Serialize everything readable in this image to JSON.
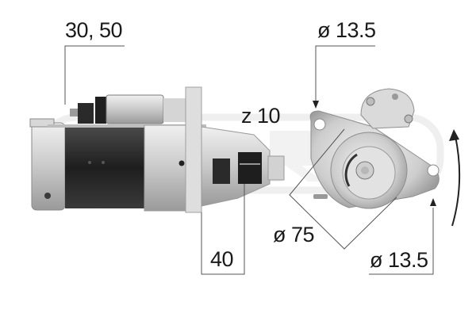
{
  "product": {
    "type": "starter-motor",
    "brand_watermark": "ERA"
  },
  "dimensions": {
    "terminal": "30, 50",
    "teeth": "z 10",
    "pinion_length": "40",
    "flange_diameter": "ø 75",
    "hole_top": "ø 13.5",
    "hole_bottom": "ø 13.5"
  },
  "icons": {
    "rotation": "rotation-arrow-icon"
  },
  "colors": {
    "line": "#555555",
    "text": "#1a1a1a",
    "housing_dark": "#2b2b2b",
    "metal_light": "#cfcfcf",
    "watermark": "#e6e6e6"
  }
}
